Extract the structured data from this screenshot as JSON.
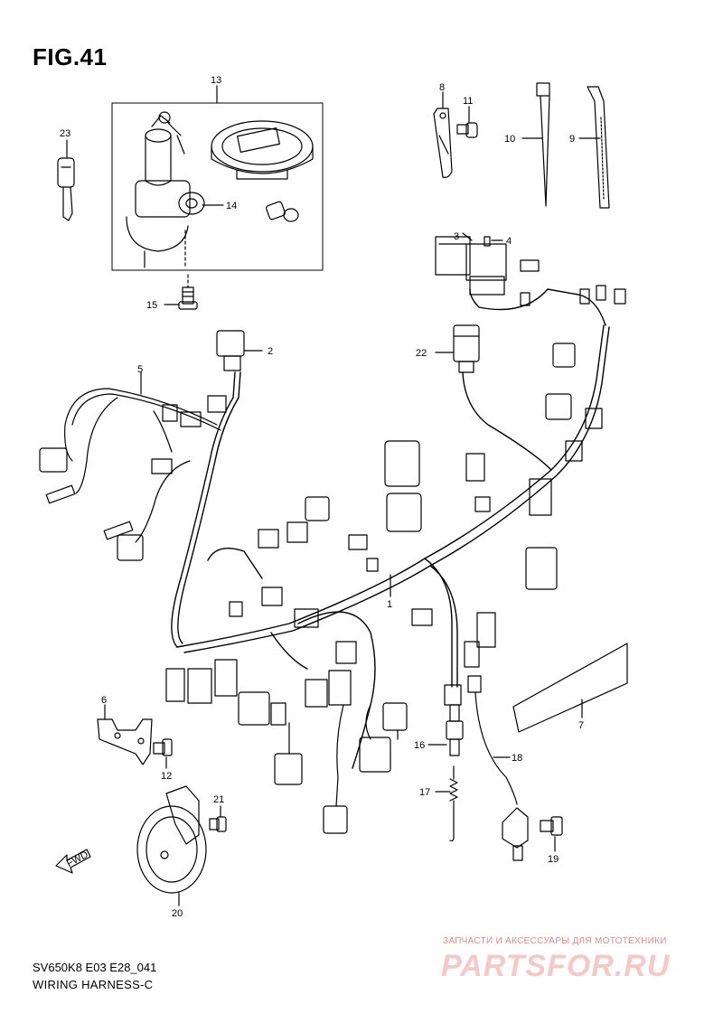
{
  "figure": {
    "title": "FIG.41",
    "model_code": "SV650K8 E03 E28_041",
    "name": "WIRING HARNESS-C"
  },
  "callouts": [
    "1",
    "2",
    "3",
    "4",
    "5",
    "6",
    "7",
    "8",
    "9",
    "10",
    "11",
    "12",
    "13",
    "14",
    "15",
    "16",
    "17",
    "18",
    "19",
    "20",
    "21",
    "22",
    "23"
  ],
  "forward_arrow": "FWD",
  "watermark": {
    "tagline": "ЗАПЧАСТИ И АКСЕССУАРЫ ДЛЯ МОТОТЕХНИКИ",
    "brand": "PARTSFOR.RU"
  }
}
